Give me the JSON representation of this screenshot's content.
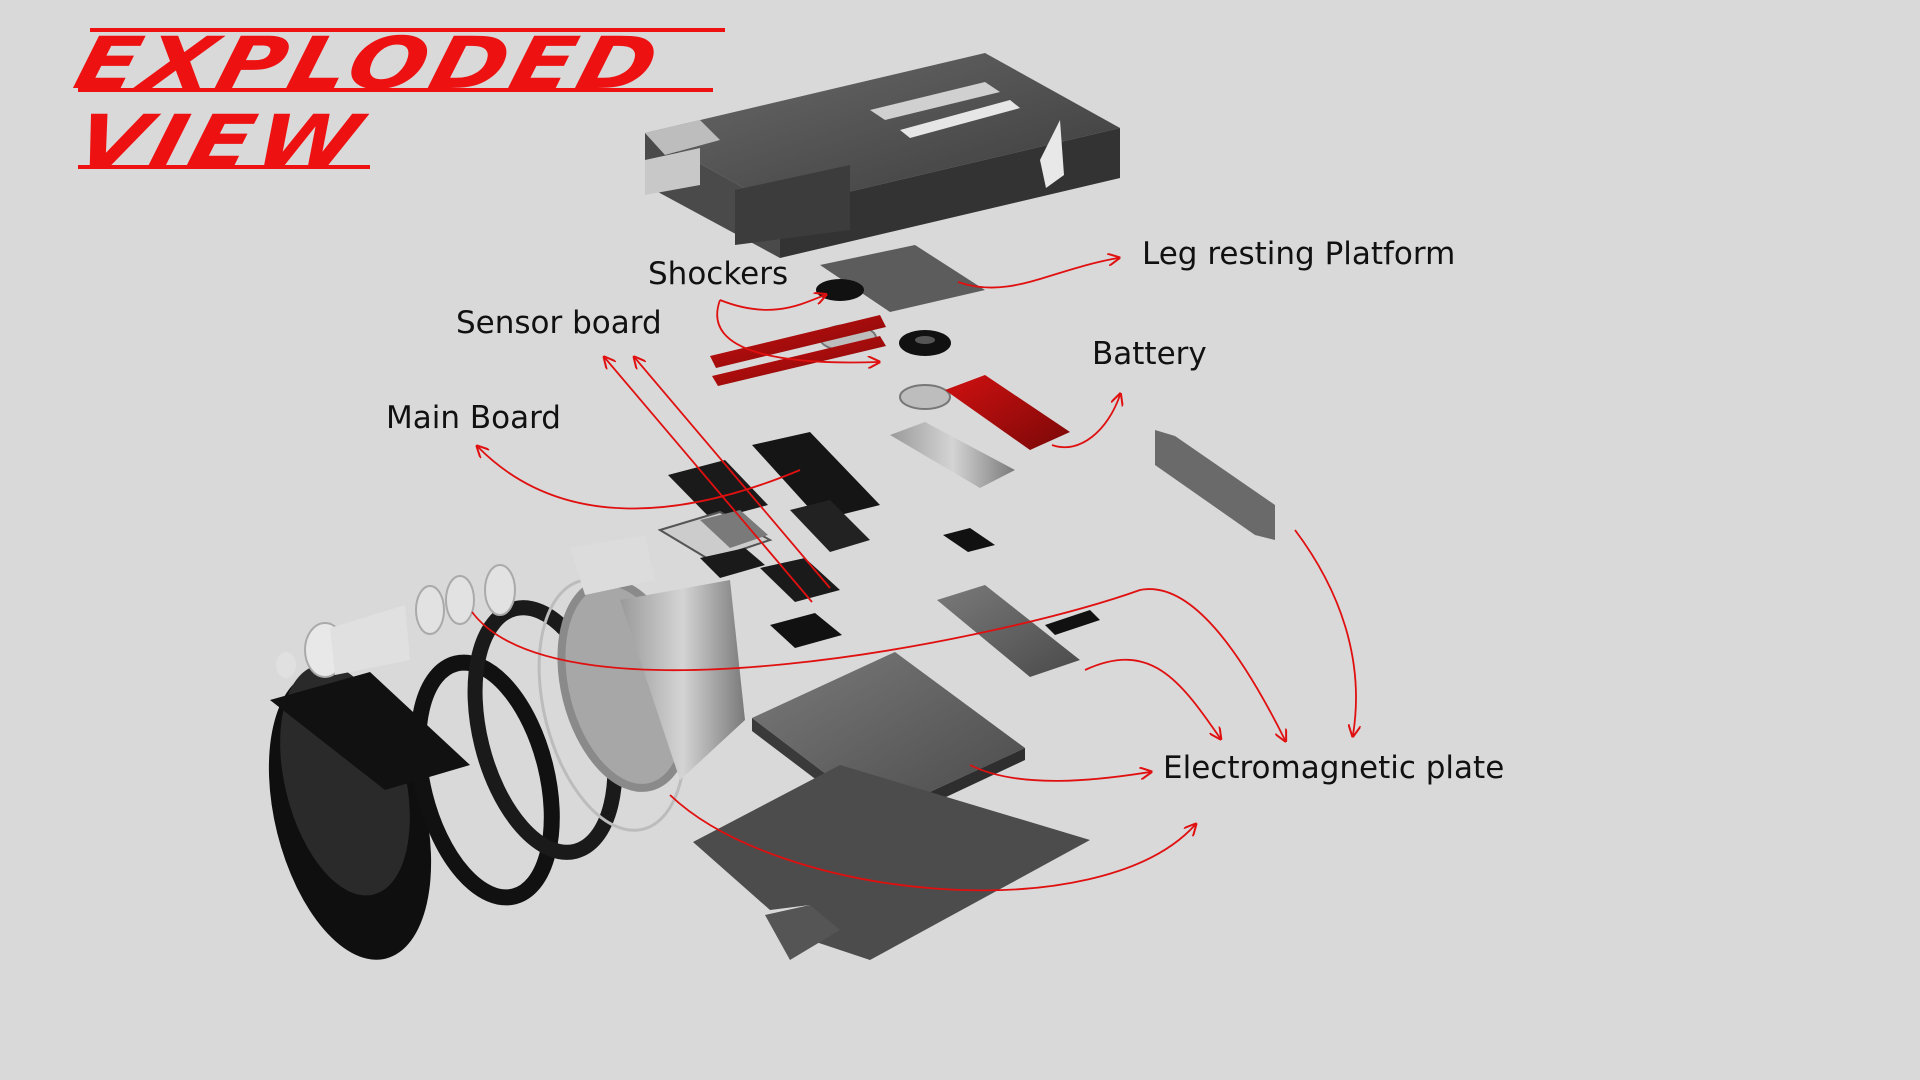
{
  "title": {
    "line1": "EXPLODED",
    "line2": "VIEW"
  },
  "labels": {
    "leg_platform": "Leg resting Platform",
    "shockers": "Shockers",
    "sensor_board": "Sensor board",
    "battery": "Battery",
    "main_board": "Main Board",
    "em_plate": "Electromagnetic plate"
  },
  "colors": {
    "background": "#d9d9d9",
    "accent_red": "#ee1111",
    "arrow_red": "#e01010",
    "text": "#111111"
  }
}
